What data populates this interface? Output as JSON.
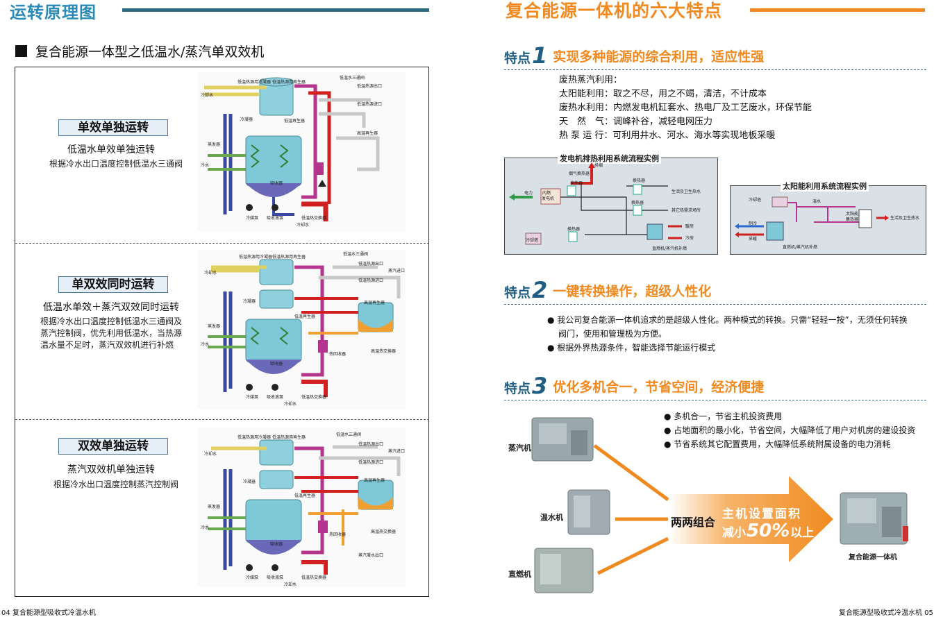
{
  "left": {
    "title": "运转原理图",
    "subtitle": "复合能源一体型之低温水/蒸汽单双效机",
    "modes": [
      {
        "name": "单效单独运转",
        "sub": "低温水单效单独运转",
        "desc": [
          "根据冷水出口温度控制低温水三通阀"
        ]
      },
      {
        "name": "单双效同时运转",
        "sub": "低温水单效＋蒸汽双效同时运转",
        "desc": [
          "根据冷水出口温度控制低温水三通阀及",
          "蒸汽控制阀，优先利用低温水，当热源",
          "温水量不足时，蒸汽双效机进行补燃"
        ]
      },
      {
        "name": "双效单独运转",
        "sub": "蒸汽双效机单独运转",
        "desc": [
          "根据冷水出口温度控制蒸汽控制阀"
        ]
      }
    ],
    "diagram_labels": {
      "d1": [
        "低温热源用冷凝器",
        "低温热源用再生器",
        "低温水三通阀",
        "低温热源出口",
        "低温热源进口",
        "冷却水",
        "冷凝器",
        "低温再生器",
        "高温再生器",
        "蒸发器",
        "冷水",
        "吸收器",
        "冷媒泵",
        "吸收液泵",
        "低温热交换器",
        "冷却水"
      ],
      "d2": [
        "低温热源用冷凝器",
        "低温热源用再生器",
        "低温水三通阀",
        "低温热源出口",
        "低温热源进口",
        "蒸汽进口",
        "冷却水",
        "冷凝器",
        "低温再生器",
        "蒸发器",
        "冷水",
        "高温再生器",
        "吸收器",
        "热回收器",
        "高温热交换器",
        "冷媒泵",
        "吸收液泵",
        "低温热交换器",
        "冷却水"
      ],
      "d3": [
        "低温热源用冷凝器",
        "低温热源用再生器",
        "低温水三通阀",
        "低温热源出口",
        "低温热源进口",
        "蒸汽进口",
        "冷却水",
        "冷凝器",
        "低温再生器",
        "蒸发器",
        "冷水",
        "高温再生器",
        "吸收器",
        "热回收器",
        "高温热交换器",
        "冷媒泵",
        "吸收液泵",
        "低温热交换器",
        "蒸汽凝水出口",
        "冷却水"
      ]
    },
    "footer": "04  复合能源型吸收式冷温水机"
  },
  "right": {
    "title": "复合能源一体机的六大特点",
    "feature_word": "特点",
    "features": [
      {
        "num": "1",
        "text": "实现多种能源的综合利用，适应性强"
      },
      {
        "num": "2",
        "text": "一键转换操作，超级人性化"
      },
      {
        "num": "3",
        "text": "优化多机合一，节省空间，经济便捷"
      }
    ],
    "f1_lines": [
      "废热蒸汽利用：",
      "太阳能利用：取之不尽，用之不竭，清洁，不计成本",
      "废热水利用：内燃发电机缸套水、热电厂及工艺废水，环保节能",
      "天　然　气：调峰补谷，减轻电网压力",
      "热 泵 运 行：可利用井水、河水、海水等实现地板采暖"
    ],
    "flow1": {
      "title": "发电机排热利用系统流程实例",
      "labels": [
        "排烟",
        "烟气换热器",
        "电力",
        "内燃发电机",
        "换热器",
        "换热器",
        "生活及卫生热水",
        "换热器",
        "其它热需求场所",
        "换热器",
        "暖房",
        "冷房",
        "冷却塔",
        "直燃机/蒸汽机补燃"
      ]
    },
    "flow2": {
      "title": "太阳能利用系统流程实例",
      "labels": [
        "冷却塔",
        "温水",
        "太阳能集热器",
        "生活及卫生热水",
        "制冷",
        "采暖",
        "直燃机/蒸汽机补燃"
      ]
    },
    "f2_bullets": [
      "我公司复合能源一体机追求的是超级人性化。两种模式的转换。只需“轻轻一按”，无须任何转换",
      "阀门，使用和管理极为方便。",
      "根据外界热源条件，智能选择节能运行模式"
    ],
    "f3_bullets": [
      "多机合一，节省主机投资费用",
      "占地面积的最小化，节省空间，大幅降低了用户对机房的建设投资",
      "节省系统其它配置费用，大幅降低系统附属设备的电力消耗"
    ],
    "machines": [
      "蒸汽机",
      "温水机",
      "直燃机"
    ],
    "combine": "两两组合",
    "arrow_line1": "主机设置面积",
    "arrow_line2a": "减小",
    "arrow_pct": "50%",
    "arrow_line2b": "以上",
    "result": "复合能源一体机",
    "footer": "复合能源型吸收式冷温水机  05"
  },
  "colors": {
    "teal": "#2c6c83",
    "orange": "#f08a20",
    "navy": "#1f5e82"
  }
}
